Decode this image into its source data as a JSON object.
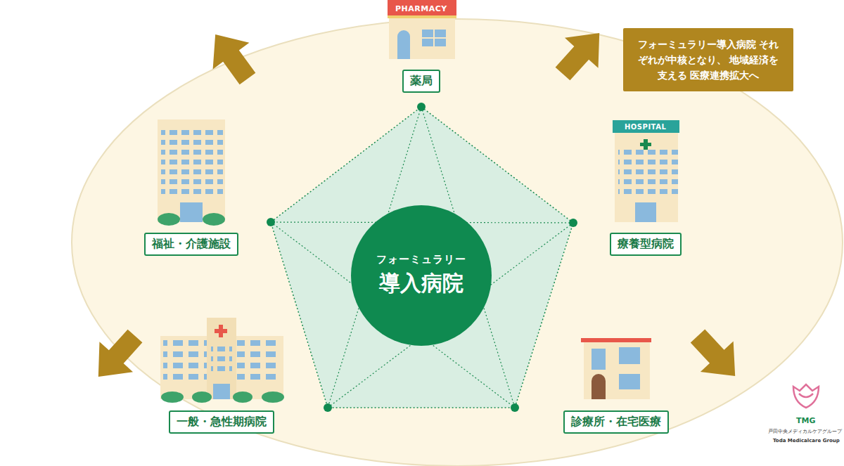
{
  "diagram": {
    "nodes": [
      {
        "text": [
          "薬局"
        ]
      },
      {
        "text": [
          "フォーミュラリー導入病院 それぞれが中核となり、 地域経済を支える 医療連携拡大へ"
        ]
      },
      {
        "text": [
          "福祉・介護施設"
        ]
      },
      {
        "text": [
          "療養型病院"
        ]
      },
      {
        "text": [
          "フォーミュラリー",
          "導入病院"
        ]
      },
      {
        "text": [
          "一般・急性期病院"
        ]
      },
      {
        "text": [
          "診療所・在宅医療"
        ]
      }
    ],
    "labels": [
      "PHARMACY",
      "HOSPITAL",
      "TMG",
      "戸田中央メディカルケアグループ",
      "Toda Medicalcare Group"
    ]
  }
}
